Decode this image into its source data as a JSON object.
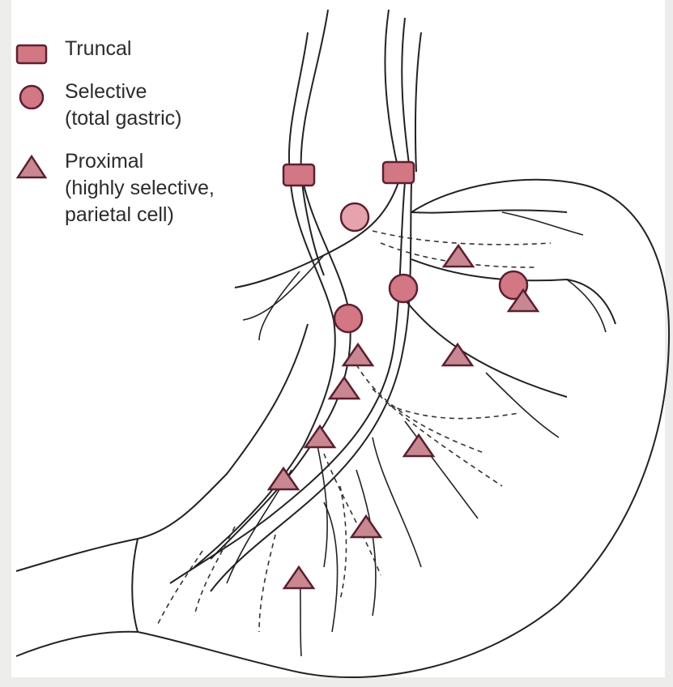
{
  "legend": {
    "truncal": {
      "line1": "Truncal",
      "icon": "rounded-rectangle-marker"
    },
    "selective": {
      "line1": "Selective",
      "line2": "(total gastric)",
      "icon": "circle-marker"
    },
    "proximal": {
      "line1": "Proximal",
      "line2": "(highly selective,",
      "line3": "parietal cell)",
      "icon": "triangle-marker"
    }
  },
  "colors": {
    "marker_fill": "#d27783",
    "marker_fill_light": "#e7a3ad",
    "marker_stroke": "#5a2030",
    "line": "#222222",
    "background": "#ffffff"
  }
}
